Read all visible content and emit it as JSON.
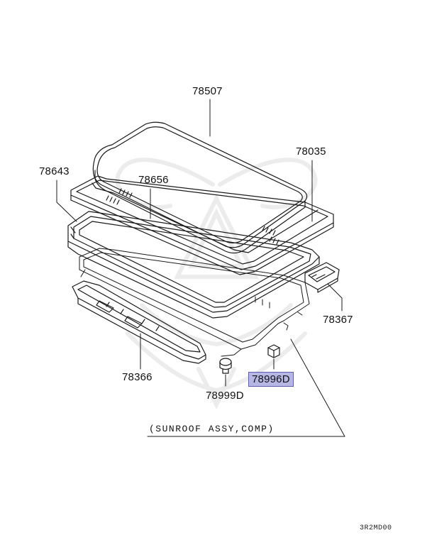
{
  "diagram": {
    "parts": [
      {
        "id": "78507",
        "label": "78507",
        "highlighted": false
      },
      {
        "id": "78035",
        "label": "78035",
        "highlighted": false
      },
      {
        "id": "78643",
        "label": "78643",
        "highlighted": false
      },
      {
        "id": "78656",
        "label": "78656",
        "highlighted": false
      },
      {
        "id": "78367",
        "label": "78367",
        "highlighted": false
      },
      {
        "id": "78366",
        "label": "78366",
        "highlighted": false
      },
      {
        "id": "78996D",
        "label": "78996D",
        "highlighted": true
      },
      {
        "id": "78999D",
        "label": "78999D",
        "highlighted": false
      }
    ],
    "assembly_caption": "(SUNROOF ASSY,COMP)",
    "diagram_code": "3R2MD00",
    "colors": {
      "line": "#1a1a1a",
      "highlight_fill": "#b7b7e6",
      "highlight_border": "#5d5db0",
      "watermark": "#ececec"
    },
    "icons": [
      "watermark-emblem"
    ]
  }
}
